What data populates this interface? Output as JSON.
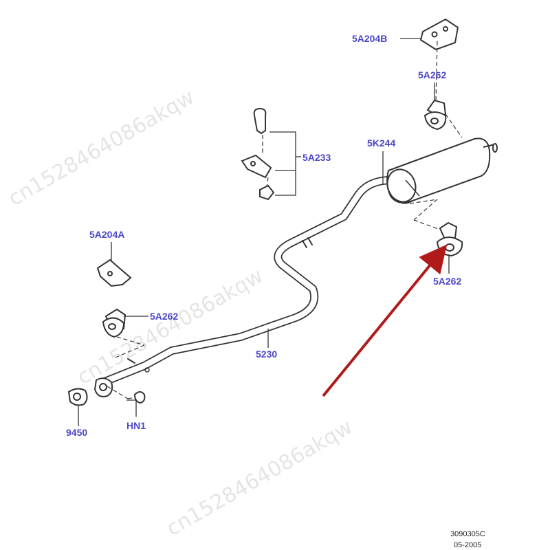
{
  "labels": {
    "c5A204B": "5A204B",
    "c5A262_top": "5A262",
    "c5A233": "5A233",
    "c5K244": "5K244",
    "c5A204A": "5A204A",
    "c5A262_left": "5A262",
    "c5A262_right": "5A262",
    "c5230": "5230",
    "c9450": "9450",
    "cHN1": "HN1"
  },
  "footer": {
    "code": "3090305C",
    "date": "05-2005"
  },
  "watermark": {
    "text": "cn1528464086akqw"
  },
  "colors": {
    "callout": "#4b46c8",
    "line": "#333333",
    "arrow": "#b01a1a"
  }
}
